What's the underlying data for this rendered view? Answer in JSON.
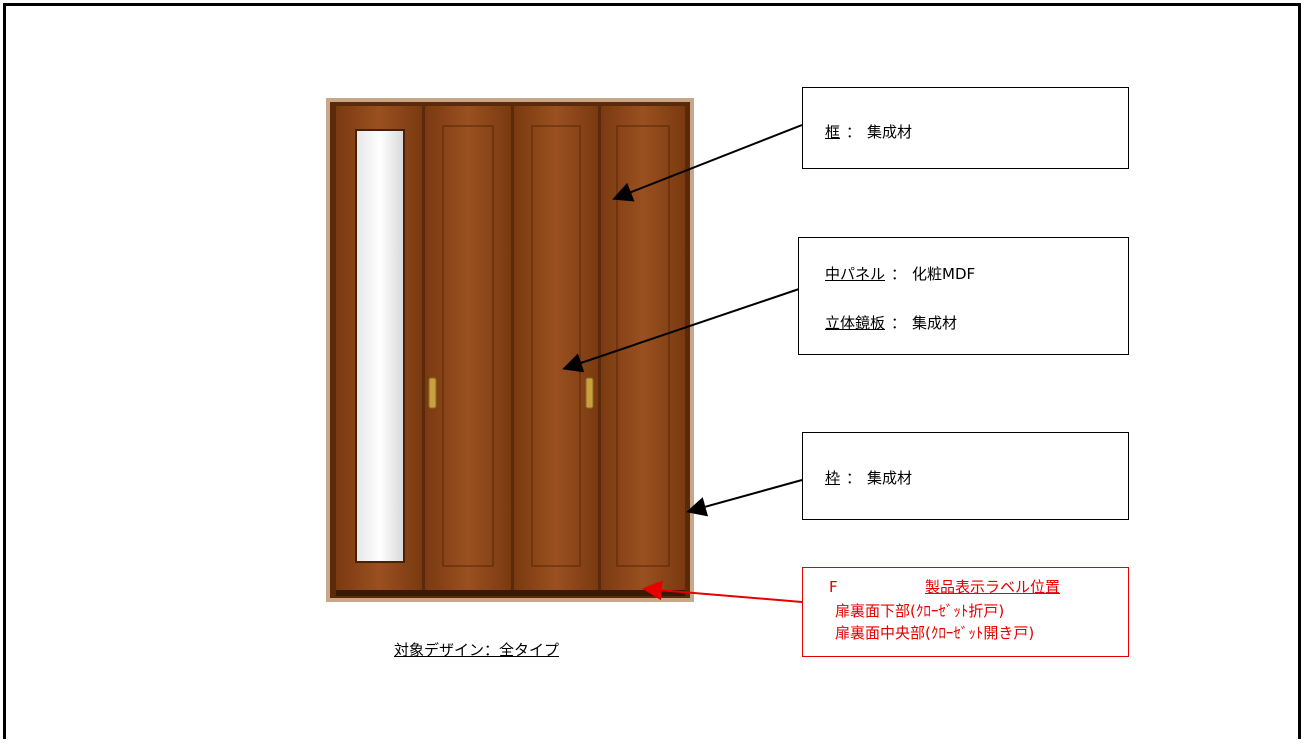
{
  "labels": {
    "frame_kamachi": {
      "term": "框",
      "sep": "：",
      "material": "集成材"
    },
    "center_panel": {
      "term": "中パネル",
      "sep": "：",
      "material": "化粧MDF"
    },
    "relief_panel": {
      "term": "立体鏡板",
      "sep": "：",
      "material": "集成材"
    },
    "frame_waku": {
      "term": "枠",
      "sep": "：",
      "material": "集成材"
    }
  },
  "product_label": {
    "heading_code": "F",
    "heading_text": "製品表示ラベル位置",
    "line1": "扉裏面下部(ｸﾛｰｾﾞｯﾄ折戸)",
    "line2": "扉裏面中央部(ｸﾛｰｾﾞｯﾄ開き戸)"
  },
  "caption": "対象デザイン：全タイプ",
  "colors": {
    "wood": "#8a4414",
    "wood_dark": "#5a2a0a",
    "label_red": "#e60000",
    "glass": "#f4f4f4"
  }
}
